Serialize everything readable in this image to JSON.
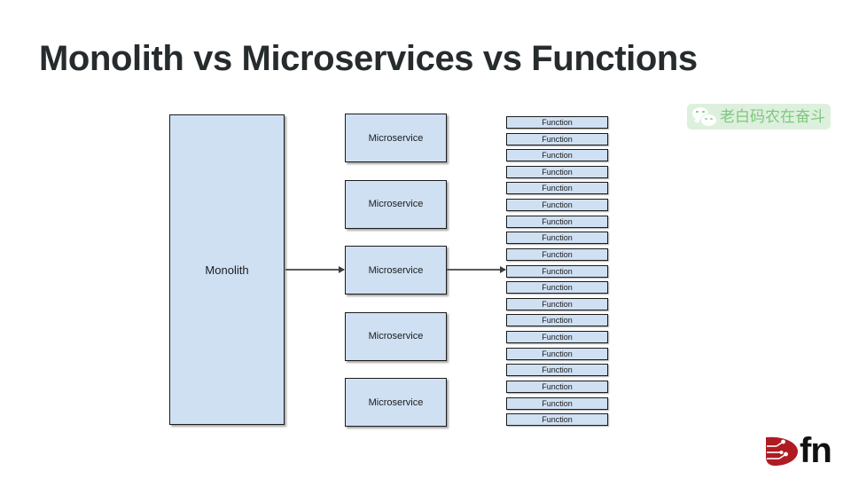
{
  "slide": {
    "title": "Monolith vs Microservices vs Functions",
    "background_color": "#ffffff",
    "title_color": "#262b2e"
  },
  "diagram": {
    "node_fill_color": "#cfe0f3",
    "node_border_color": "#1c1c1c",
    "arrow_color": "#5a5a5a",
    "monolith": {
      "label": "Monolith"
    },
    "microservices": {
      "label": "Microservice",
      "count": 5,
      "items": [
        {
          "label": "Microservice"
        },
        {
          "label": "Microservice"
        },
        {
          "label": "Microservice"
        },
        {
          "label": "Microservice"
        },
        {
          "label": "Microservice"
        }
      ]
    },
    "functions": {
      "label": "Function",
      "count": 19,
      "items": [
        {
          "label": "Function"
        },
        {
          "label": "Function"
        },
        {
          "label": "Function"
        },
        {
          "label": "Function"
        },
        {
          "label": "Function"
        },
        {
          "label": "Function"
        },
        {
          "label": "Function"
        },
        {
          "label": "Function"
        },
        {
          "label": "Function"
        },
        {
          "label": "Function"
        },
        {
          "label": "Function"
        },
        {
          "label": "Function"
        },
        {
          "label": "Function"
        },
        {
          "label": "Function"
        },
        {
          "label": "Function"
        },
        {
          "label": "Function"
        },
        {
          "label": "Function"
        },
        {
          "label": "Function"
        },
        {
          "label": "Function"
        }
      ]
    },
    "arrows": [
      {
        "name": "monolith-to-microservice"
      },
      {
        "name": "microservice-to-function"
      }
    ]
  },
  "watermark": {
    "text": "老白码农在奋斗",
    "icon": "wechat-icon",
    "background_color": "#ddf0dd",
    "text_color": "#7ec77e"
  },
  "logo": {
    "text": "fn",
    "mark": "fn-project-logo",
    "mark_color": "#b01b21",
    "text_color": "#111111"
  }
}
